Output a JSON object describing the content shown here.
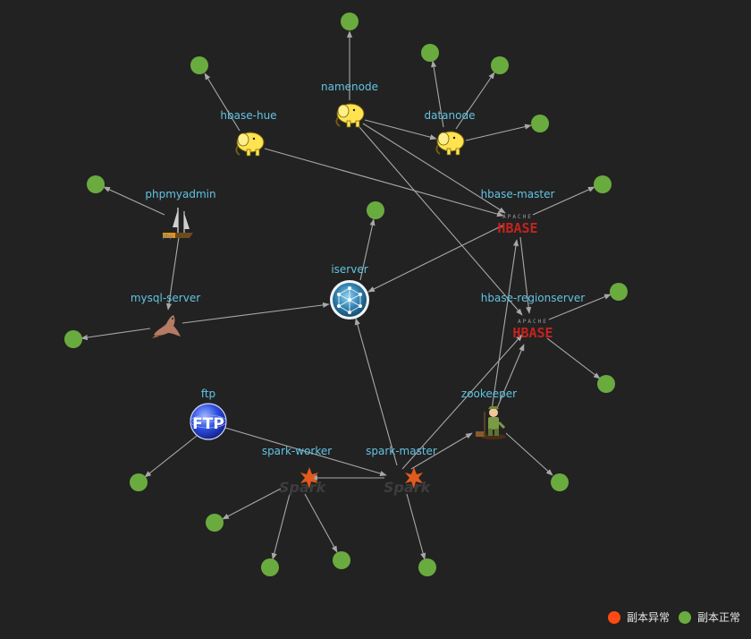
{
  "colors": {
    "background": "#222222",
    "label": "#62c3e3",
    "edge": "#a8a8a8",
    "replica_normal": "#6aab3f",
    "replica_abnormal": "#ff4a14"
  },
  "nodes": [
    {
      "id": "namenode",
      "label": "namenode",
      "icon": "hadoop-elephant-icon"
    },
    {
      "id": "hbase-hue",
      "label": "hbase-hue",
      "icon": "hadoop-elephant-icon"
    },
    {
      "id": "datanode",
      "label": "datanode",
      "icon": "hadoop-elephant-icon"
    },
    {
      "id": "phpmyadmin",
      "label": "phpmyadmin",
      "icon": "phpmyadmin-sailboat-icon"
    },
    {
      "id": "hbase-master",
      "label": "hbase-master",
      "icon": "apache-hbase-logo-icon"
    },
    {
      "id": "iserver",
      "label": "iserver",
      "icon": "iserver-network-globe-icon"
    },
    {
      "id": "mysql-server",
      "label": "mysql-server",
      "icon": "mysql-seal-icon"
    },
    {
      "id": "hbase-regionserver",
      "label": "hbase-regionserver",
      "icon": "apache-hbase-logo-icon"
    },
    {
      "id": "ftp",
      "label": "ftp",
      "icon": "ftp-globe-icon"
    },
    {
      "id": "zookeeper",
      "label": "zookeeper",
      "icon": "zookeeper-keeper-icon"
    },
    {
      "id": "spark-worker",
      "label": "spark-worker",
      "icon": "apache-spark-logo-icon"
    },
    {
      "id": "spark-master",
      "label": "spark-master",
      "icon": "apache-spark-logo-icon"
    }
  ],
  "legend": [
    {
      "label": "副本异常",
      "color": "#ff4a14"
    },
    {
      "label": "副本正常",
      "color": "#6aab3f"
    }
  ]
}
